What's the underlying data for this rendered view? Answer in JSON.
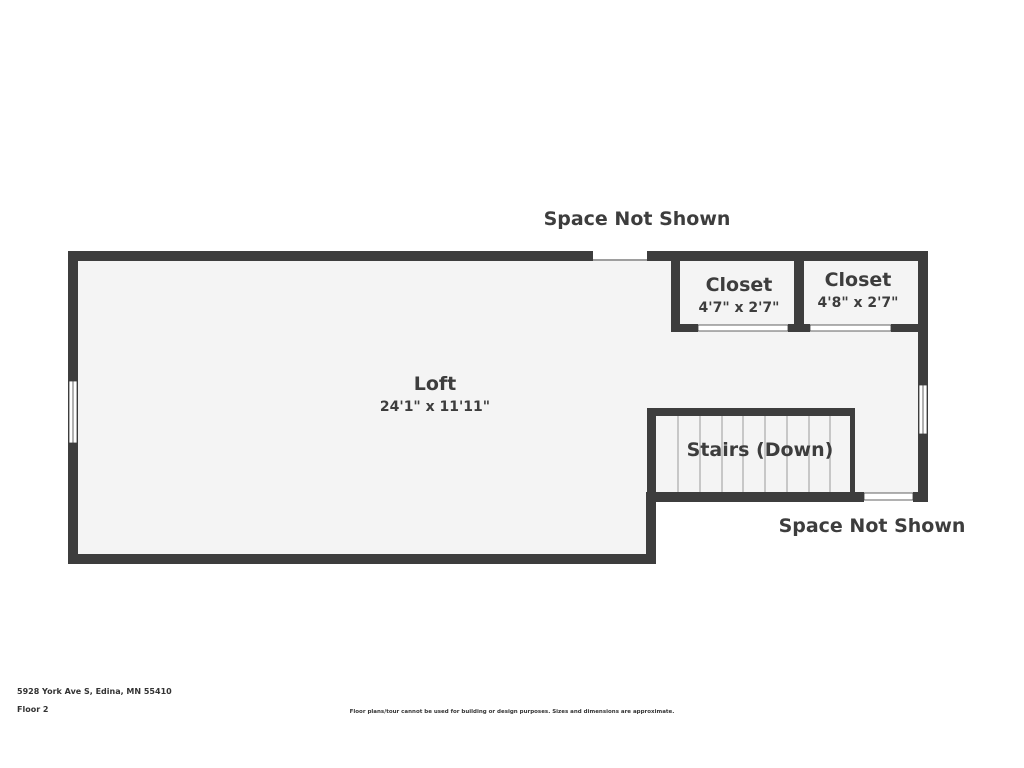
{
  "labels": {
    "space_top": "Space Not Shown",
    "space_right": "Space Not Shown"
  },
  "rooms": {
    "loft": {
      "name": "Loft",
      "dims": "24'1\" x 11'11\""
    },
    "closet1": {
      "name": "Closet",
      "dims": "4'7\" x 2'7\""
    },
    "closet2": {
      "name": "Closet",
      "dims": "4'8\" x 2'7\""
    },
    "stairs": {
      "name": "Stairs (Down)"
    }
  },
  "footer": {
    "address": "5928 York Ave S, Edina, MN 55410",
    "floor": "Floor 2",
    "disclaimer": "Floor plans/tour cannot be used for building or design purposes. Sizes and dimensions are approximate."
  },
  "colors": {
    "wall": "#3d3d3d",
    "floor": "#f4f4f4",
    "opening": "#ffffff"
  }
}
